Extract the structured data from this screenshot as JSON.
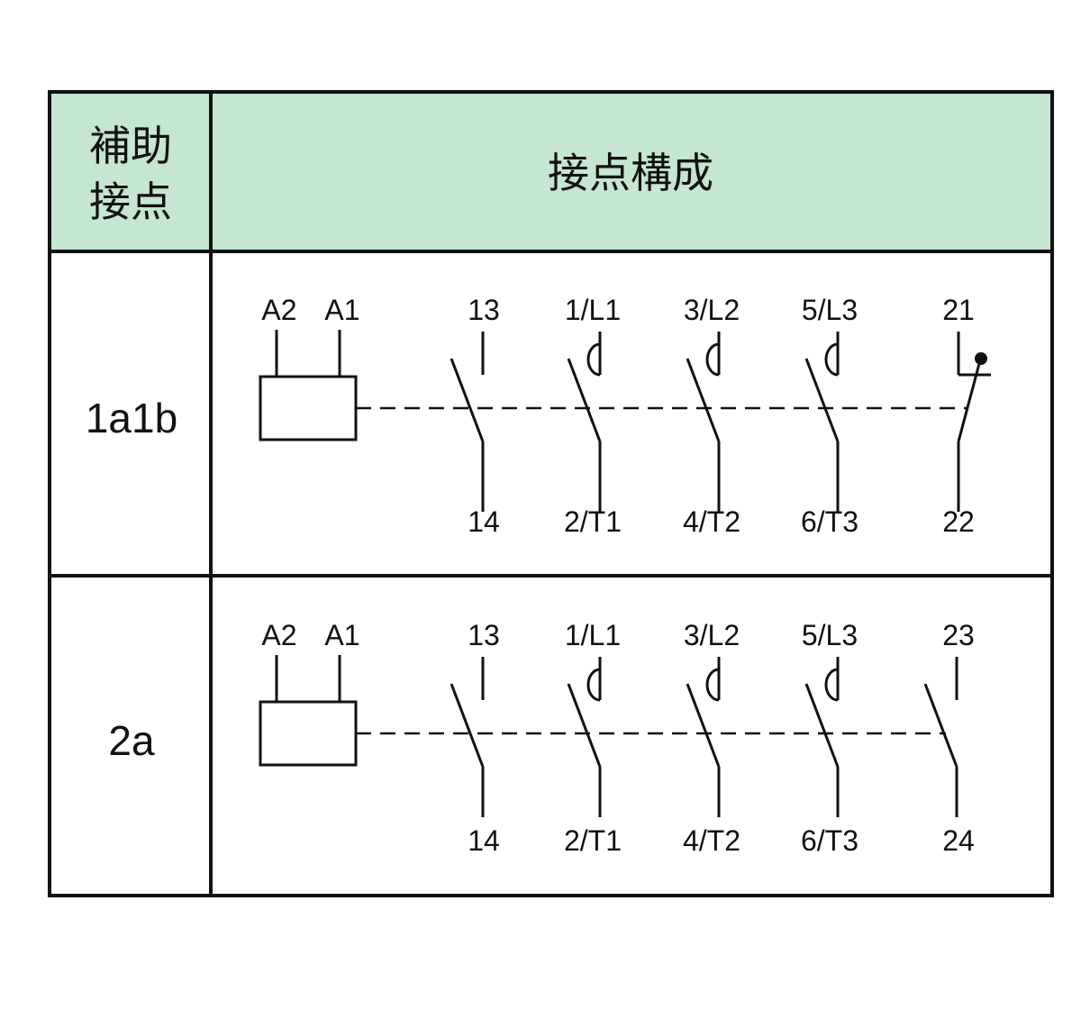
{
  "colors": {
    "header_bg": "#c5e6d0",
    "border": "#111111",
    "background": "#ffffff"
  },
  "header": {
    "aux_contact_line1": "補助",
    "aux_contact_line2": "接点",
    "configuration": "接点構成"
  },
  "rows": [
    {
      "type": "1a1b",
      "coil": {
        "left": "A2",
        "right": "A1"
      },
      "contacts": [
        {
          "kind": "aux-no",
          "top": "13",
          "bottom": "14"
        },
        {
          "kind": "main-no",
          "top": "1/L1",
          "bottom": "2/T1"
        },
        {
          "kind": "main-no",
          "top": "3/L2",
          "bottom": "4/T2"
        },
        {
          "kind": "main-no",
          "top": "5/L3",
          "bottom": "6/T3"
        },
        {
          "kind": "aux-nc",
          "top": "21",
          "bottom": "22"
        }
      ]
    },
    {
      "type": "2a",
      "coil": {
        "left": "A2",
        "right": "A1"
      },
      "contacts": [
        {
          "kind": "aux-no",
          "top": "13",
          "bottom": "14"
        },
        {
          "kind": "main-no",
          "top": "1/L1",
          "bottom": "2/T1"
        },
        {
          "kind": "main-no",
          "top": "3/L2",
          "bottom": "4/T2"
        },
        {
          "kind": "main-no",
          "top": "5/L3",
          "bottom": "6/T3"
        },
        {
          "kind": "aux-no",
          "top": "23",
          "bottom": "24"
        }
      ]
    }
  ]
}
